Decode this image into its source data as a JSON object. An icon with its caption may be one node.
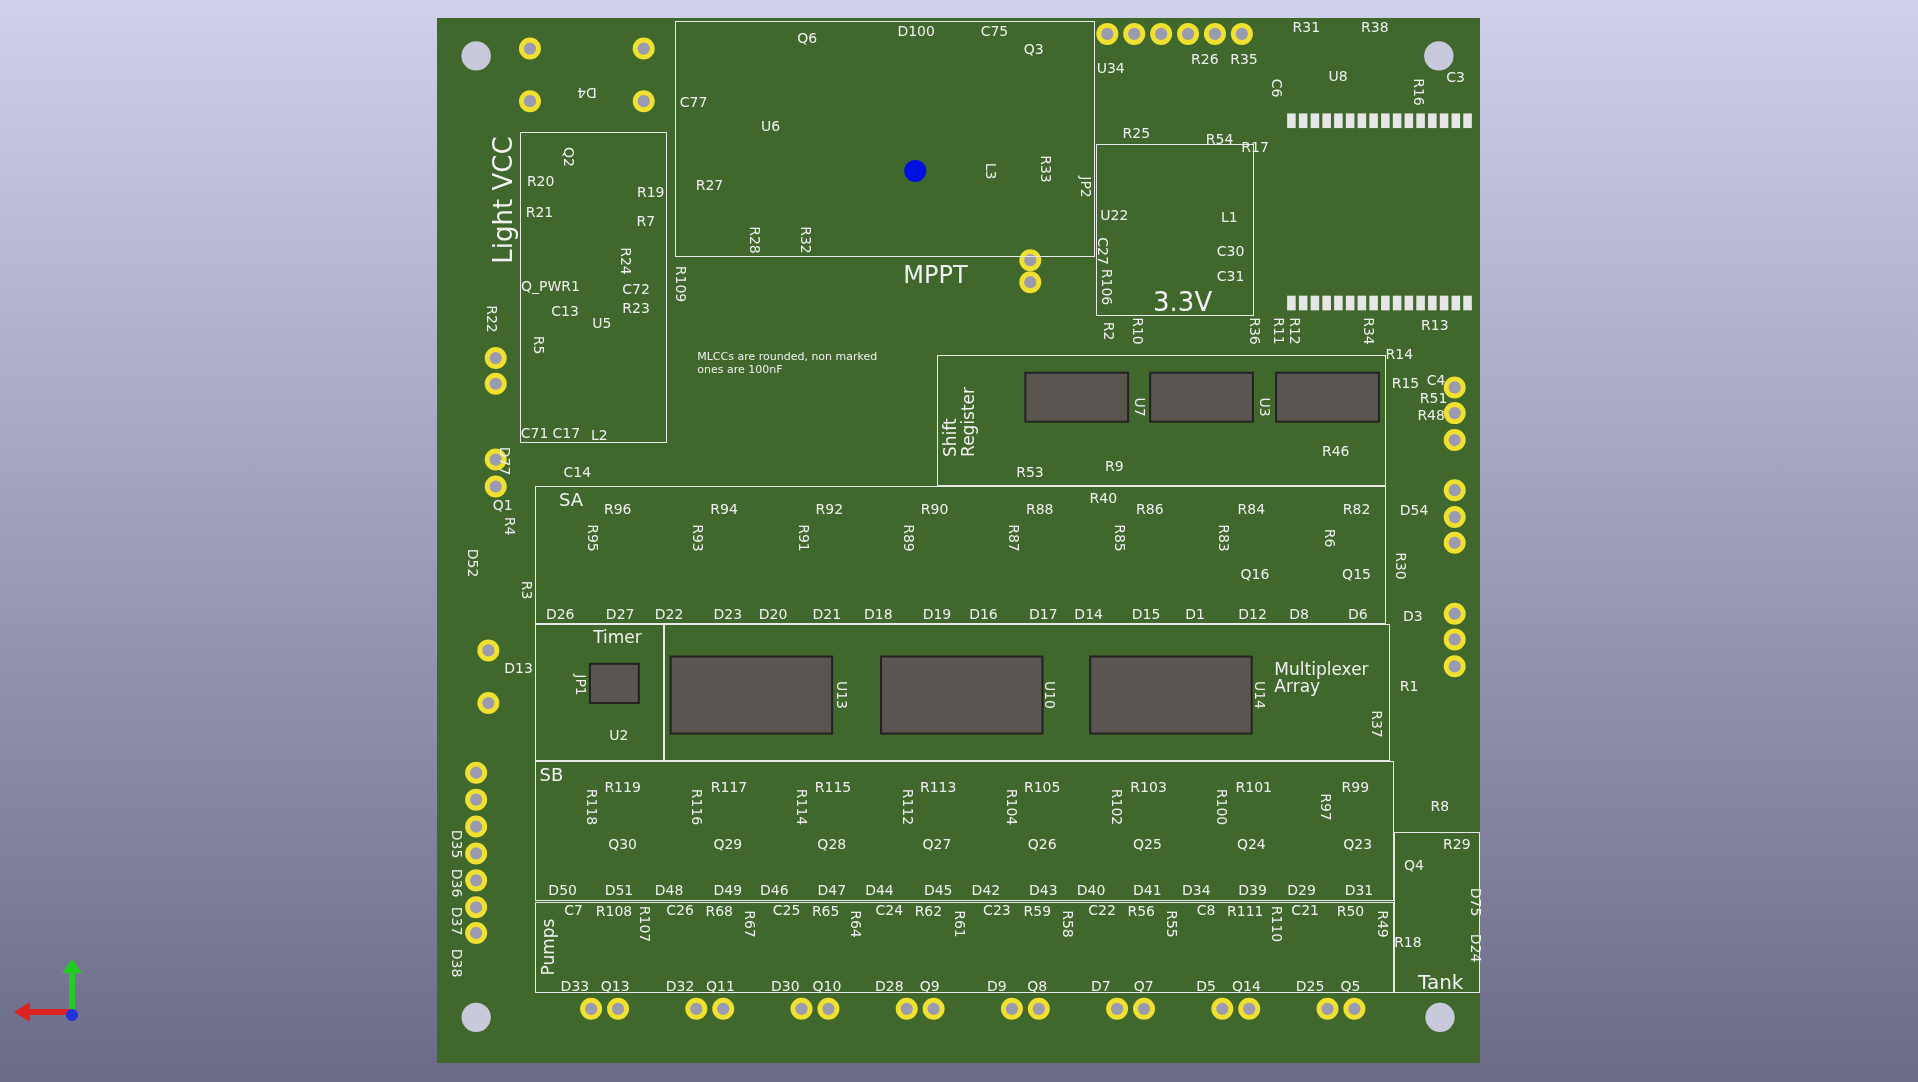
{
  "diagram": {
    "nodes": [
      {
        "text": [
          "Light VCC"
        ]
      },
      {
        "text": [
          "MPPT"
        ]
      },
      {
        "text": [
          "3.3V"
        ]
      },
      {
        "text": [
          "Shift Register"
        ]
      },
      {
        "text": [
          "SA"
        ]
      },
      {
        "text": [
          "Timer"
        ]
      },
      {
        "text": [
          "Multiplexer Array"
        ]
      },
      {
        "text": [
          "SB"
        ]
      },
      {
        "text": [
          "Pumps"
        ]
      },
      {
        "text": [
          "Tank"
        ]
      }
    ],
    "labels": [
      "C77",
      "Q6",
      "D100",
      "C75",
      "Q3",
      "U34",
      "R31",
      "R38",
      "R26",
      "R35",
      "C6",
      "U8",
      "R16",
      "C3",
      "D4",
      "U6",
      "R25",
      "R54",
      "R17",
      "Q2",
      "R20",
      "R27",
      "L3",
      "R33",
      "JP2",
      "R19",
      "R21",
      "U22",
      "L1",
      "R7",
      "R28",
      "R32",
      "C27",
      "C30",
      "R24",
      "R109",
      "Q_PWR1",
      "C72",
      "C31",
      "R106",
      "C13",
      "R23",
      "R22",
      "U5",
      "R2",
      "R10",
      "R36",
      "R11",
      "R12",
      "R34",
      "R13",
      "R5",
      "R14",
      "MLCCs are rounded, non marked ones are 100nF",
      "R15",
      "C4",
      "R51",
      "R48",
      "U7",
      "U3",
      "C71",
      "C17",
      "L2",
      "R46",
      "D77",
      "C14",
      "R53",
      "R9",
      "R40",
      "Q1",
      "R4",
      "R96",
      "R94",
      "R92",
      "R90",
      "R88",
      "R86",
      "R84",
      "R82",
      "D54",
      "R95",
      "R93",
      "R91",
      "R89",
      "R87",
      "R85",
      "R83",
      "R6",
      "D52",
      "R30",
      "R3",
      "Q16",
      "Q15",
      "D26",
      "D27",
      "D22",
      "D23",
      "D20",
      "D21",
      "D18",
      "D19",
      "D16",
      "D17",
      "D14",
      "D15",
      "D1",
      "D12",
      "D8",
      "D6",
      "D3",
      "D13",
      "JP1",
      "U13",
      "U10",
      "U14",
      "R1",
      "R37",
      "U2",
      "R119",
      "R117",
      "R115",
      "R113",
      "R105",
      "R103",
      "R101",
      "R99",
      "R8",
      "R118",
      "R116",
      "R114",
      "R112",
      "R104",
      "R102",
      "R100",
      "R97",
      "Q30",
      "Q29",
      "Q28",
      "Q27",
      "Q26",
      "Q25",
      "Q24",
      "Q23",
      "R29",
      "D35",
      "D36",
      "D37",
      "D38",
      "Q4",
      "D50",
      "D51",
      "D48",
      "D49",
      "D46",
      "D47",
      "D44",
      "D45",
      "D42",
      "D43",
      "D40",
      "D41",
      "D34",
      "D39",
      "D29",
      "D31",
      "D75",
      "C7",
      "R108",
      "R107",
      "C26",
      "R68",
      "R67",
      "C25",
      "R65",
      "R64",
      "C24",
      "R62",
      "R61",
      "C23",
      "R59",
      "R58",
      "C22",
      "R56",
      "R55",
      "C8",
      "R111",
      "R110",
      "C21",
      "R50",
      "R49",
      "R18",
      "D24",
      "D33",
      "Q13",
      "D32",
      "Q11",
      "D30",
      "Q10",
      "D28",
      "Q9",
      "D9",
      "Q8",
      "D7",
      "Q7",
      "D5",
      "Q14",
      "D25",
      "Q5"
    ]
  }
}
